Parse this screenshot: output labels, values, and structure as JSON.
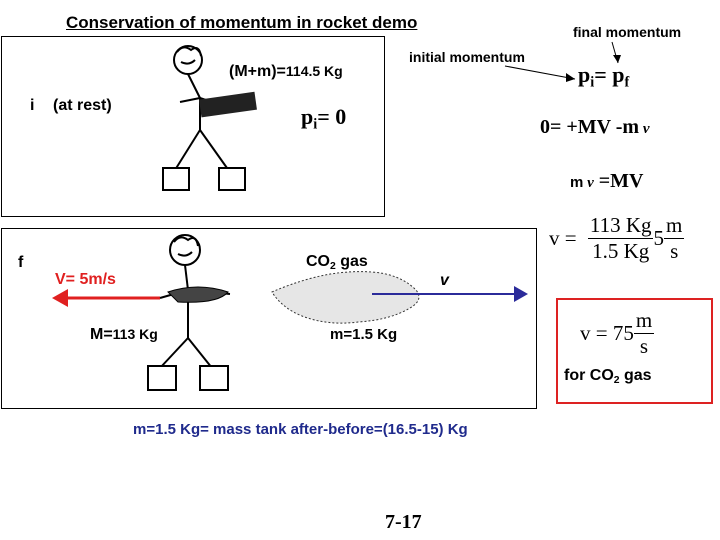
{
  "title": "Conservation of momentum in rocket demo",
  "labels": {
    "final_momentum": "final momentum",
    "initial_momentum": "initial momentum",
    "state_i": "i",
    "at_rest": "(at rest)",
    "total_mass": "(M+m)=",
    "total_mass_value": "114.5 Kg",
    "state_f": "f",
    "V_value": "V= 5m/s",
    "co2": "CO",
    "co2_sub": "2",
    "gas_word": " gas",
    "small_v": "v",
    "M_label": "M=",
    "M_value": "113 Kg",
    "m_label": "m=1.5 Kg",
    "footer": "m=1.5 Kg= mass tank after-before=(16.5-15) Kg",
    "page_number": "7-17",
    "for_co2": "for CO",
    "for_co2_sub": "2",
    "for_co2_tail": " gas"
  },
  "equations": {
    "pi_eq_pf_p1": "p",
    "pi_eq_pf_sub1": "i",
    "pi_eq_pf_mid": "= p",
    "pi_eq_pf_sub2": "f",
    "pi_zero_p": "p",
    "pi_zero_sub": "i",
    "pi_zero_rest": "= 0",
    "momentum_balance": "0= +MV -m",
    "momentum_balance_v": " v",
    "mv_lhs": "m",
    "mv_v": " v",
    "mv_rhs": " =MV",
    "v_eq": "v =",
    "frac1_num": "113 Kg",
    "frac1_den": "1.5 Kg",
    "frac_mult": "5",
    "frac2_num": "m",
    "frac2_den": "s",
    "result_prefix": "v = 75",
    "result_num": "m",
    "result_den": "s"
  },
  "colors": {
    "red_arrow": "#e02020",
    "blue_arrow": "#2b2b9a",
    "result_box": "#dd2222",
    "footer_text": "#1f2a8c"
  }
}
